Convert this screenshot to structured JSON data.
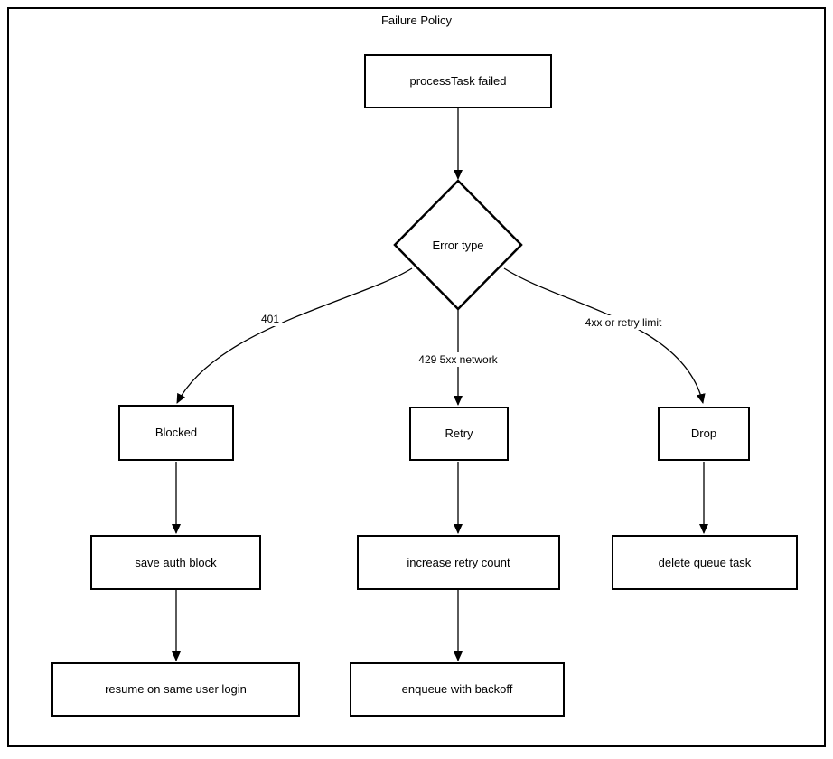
{
  "title": "Failure Policy",
  "nodes": {
    "process": "processTask failed",
    "decision": "Error type",
    "blocked": "Blocked",
    "retry": "Retry",
    "drop": "Drop",
    "save_auth": "save auth block",
    "increase_retry": "increase retry count",
    "delete_task": "delete queue task",
    "resume_login": "resume on same user login",
    "enqueue_backoff": "enqueue with backoff"
  },
  "edge_labels": {
    "to_blocked": "401",
    "to_retry": "429 5xx network",
    "to_drop": "4xx or retry limit"
  },
  "colors": {
    "stroke": "#000000",
    "background": "#ffffff"
  }
}
